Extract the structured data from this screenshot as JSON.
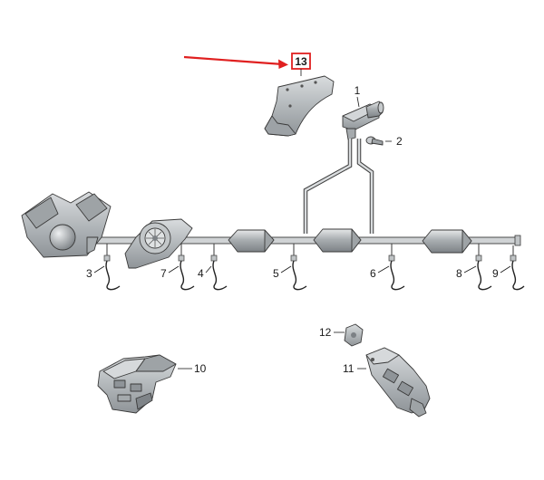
{
  "callouts": {
    "c1": "1",
    "c2": "2",
    "c3": "3",
    "c4": "4",
    "c5": "5",
    "c6": "6",
    "c7": "7",
    "c8": "8",
    "c9": "9",
    "c10": "10",
    "c11": "11",
    "c12": "12",
    "c13": "13"
  },
  "highlighted_callout": "13",
  "colors": {
    "highlight": "#e02020",
    "part_fill": "#b8bcbf",
    "part_dark": "#8d9296",
    "part_light": "#d7dadc",
    "line": "#3a3a3a"
  }
}
